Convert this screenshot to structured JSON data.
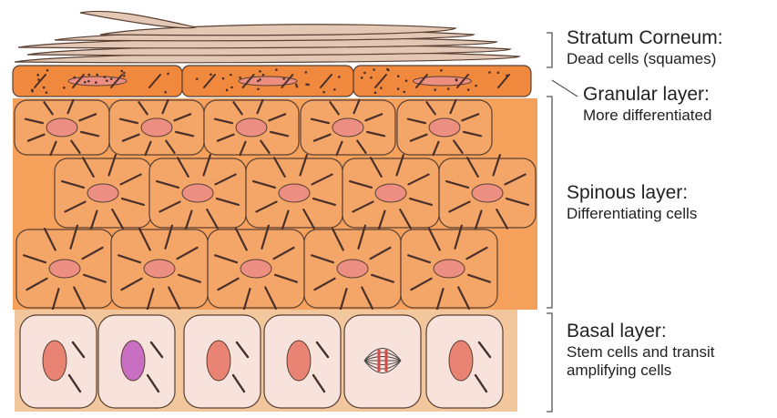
{
  "layers": [
    {
      "id": "corneum",
      "title": "Stratum Corneum:",
      "lines": [
        "Dead cells (squames)"
      ]
    },
    {
      "id": "granular",
      "title": "Granular layer:",
      "lines": [
        "More differentiated"
      ]
    },
    {
      "id": "spinous",
      "title": "Spinous layer:",
      "lines": [
        "Differentiating cells"
      ]
    },
    {
      "id": "basal",
      "title": "Basal layer:",
      "lines": [
        "Stem cells and transit",
        "amplifying cells"
      ]
    }
  ],
  "colors": {
    "squame_fill": "#e3c8b5",
    "granular_fill": "#f0883e",
    "spinous_fill": "#f5a15c",
    "spinous_cell": "#f4a668",
    "nucleus": "#ec8e82",
    "basal_fill": "#f8e2dc",
    "basal_nucleus": "#e98475",
    "basal_nucleus_alt": "#c86fc4",
    "outline": "#5a4033",
    "filament": "#4a302a",
    "bracket": "#555555"
  }
}
